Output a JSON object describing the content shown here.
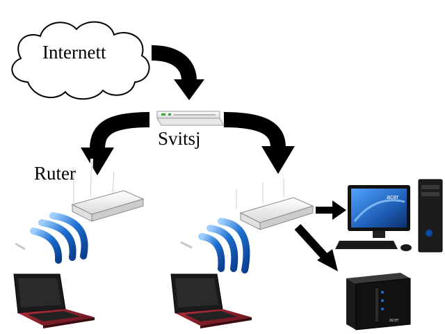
{
  "labels": {
    "internet": "Internett",
    "switch": "Svitsj",
    "router": "Ruter"
  },
  "icons": {
    "cloud": "cloud-icon",
    "switch": "network-switch-icon",
    "router": "wireless-router-icon",
    "wifi": "wifi-signal-icon",
    "laptop": "laptop-icon",
    "desktop": "desktop-computer-icon",
    "nas": "nas-server-icon",
    "arrow": "arrow-icon"
  },
  "brand_text": {
    "monitor": "acer",
    "tower": "acer"
  },
  "colors": {
    "arrow": "#000000",
    "wifi_blue": "#1e6fd0",
    "laptop_red": "#7a1620",
    "device_white": "#f2f2f2",
    "screen_blue": "#1f5fb8"
  }
}
